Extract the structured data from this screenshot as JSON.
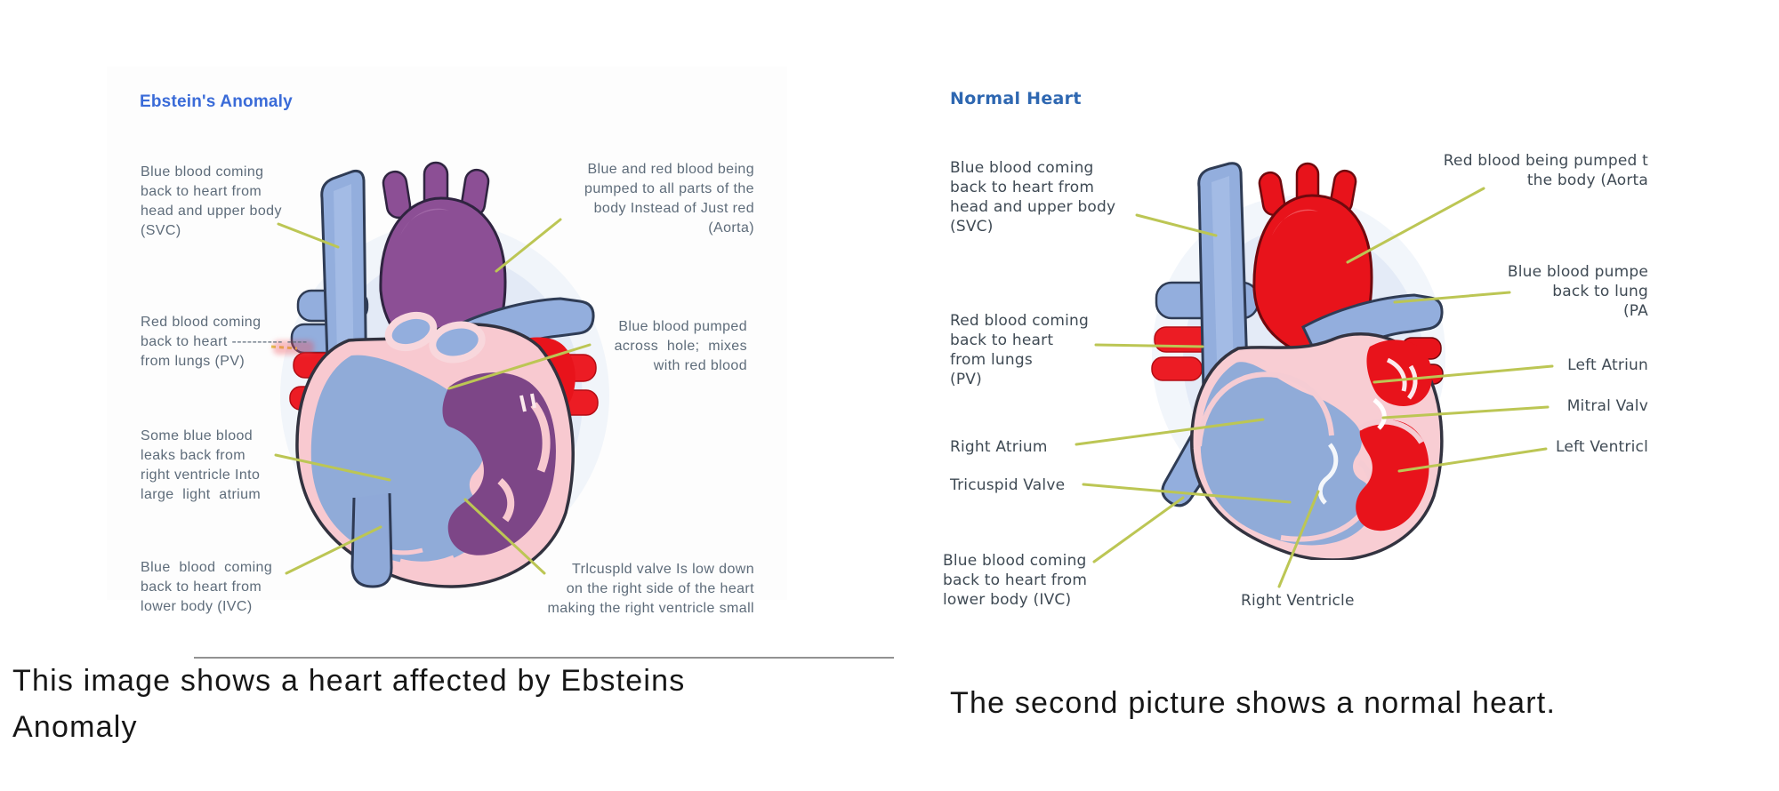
{
  "left_figure": {
    "title": "Ebstein's Anomaly",
    "labels": {
      "svc": "Blue blood coming\nback to heart from\nhead and upper body\n(SVC)",
      "pv": "Red blood coming\nback to heart ---------- ----\nfrom lungs (PV)",
      "leak": "Some blue blood\nleaks back from\nright ventricle Into\nlarge  light  atrium",
      "ivc": "Blue  blood  coming\nback to heart from\nlower body (IVC)",
      "aorta": "Blue and red blood being\npumped to all parts of the\nbody Instead of Just red\n(Aorta)",
      "hole": "Blue blood pumped\nacross  hole;  mixes\nwith red blood",
      "tricuspid": "Trlcuspld valve Is low down\non the right side of the heart\nmaking the right ventricle small"
    },
    "caption": "This image shows a heart affected by Ebsteins\nAnomaly"
  },
  "right_figure": {
    "title": "Normal Heart",
    "labels": {
      "svc": "Blue blood coming\nback to heart from\nhead and upper body\n(SVC)",
      "pv": "Red blood coming\nback to heart\nfrom lungs\n(PV)",
      "right_atrium": "Right Atrium",
      "tricuspid_valve": "Tricuspid Valve",
      "ivc": "Blue blood coming\nback to heart from\nlower body (IVC)",
      "right_ventricle": "Right Ventricle",
      "aorta": "Red blood being pumped t\nthe body (Aorta",
      "pa": "Blue blood pumpe\nback to lung\n(PA",
      "left_atrium": "Left Atriun",
      "mitral_valve": "Mitral Valv",
      "left_ventricle": "Left Ventricl"
    },
    "caption": "The second picture shows a normal heart."
  },
  "colors": {
    "title_left": "#3a6bd8",
    "title_right": "#2e67b1",
    "label_left": "#5e6c7a",
    "label_right": "#3f4a54",
    "leader_line": "#bcc654",
    "vessel_blue": "#93aedd",
    "mixed_purple": "#8c4f95",
    "blood_red": "#e8131b",
    "myocardium_pink": "#f8cdd3",
    "atrium_blue": "#90abd8"
  }
}
